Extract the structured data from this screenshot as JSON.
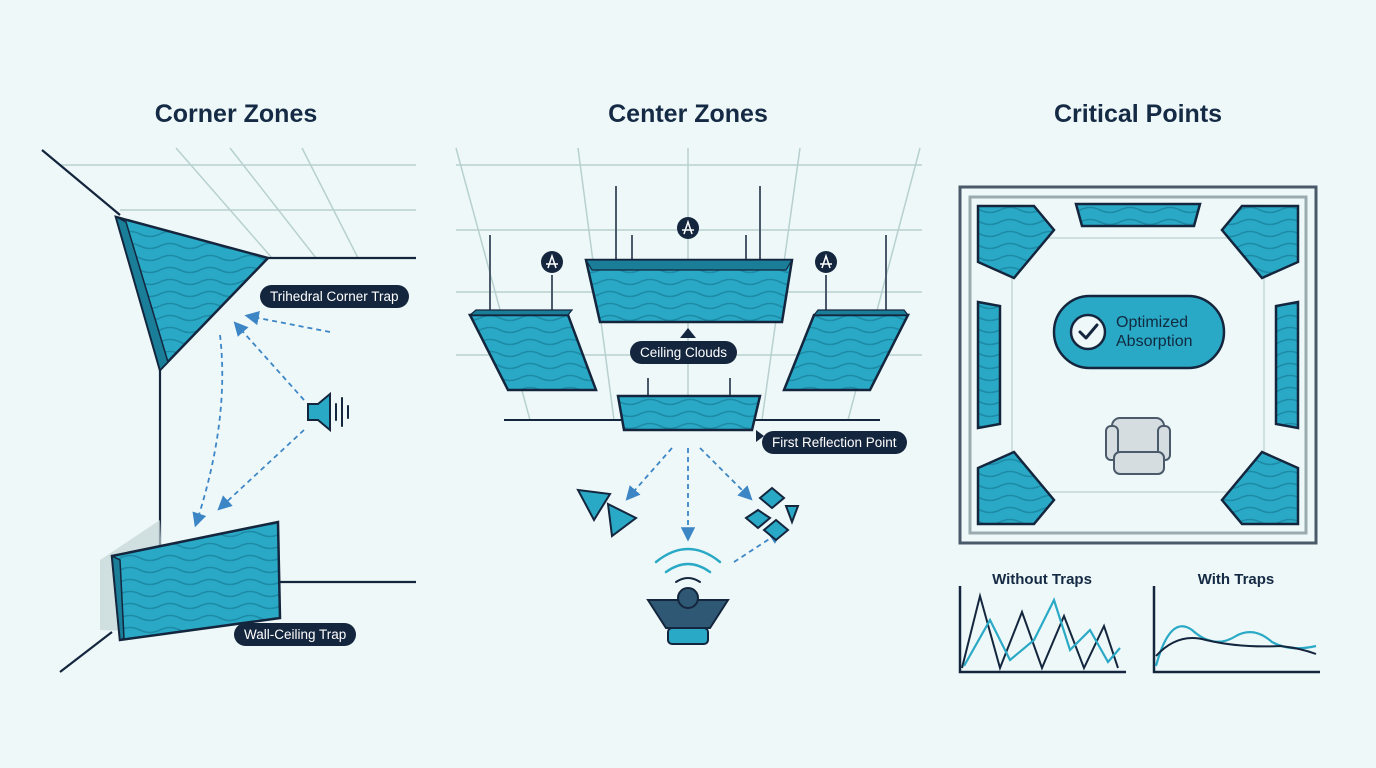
{
  "panels": {
    "corner": {
      "title": "Corner Zones",
      "trihedral_label": "Trihedral Corner Trap",
      "wall_ceiling_label": "Wall-Ceiling Trap"
    },
    "center": {
      "title": "Center Zones",
      "clouds_label": "Ceiling Clouds",
      "reflection_label": "First Reflection Point"
    },
    "critical": {
      "title": "Critical Points",
      "badge_line1": "Optimized",
      "badge_line2": "Absorption"
    }
  },
  "charts": {
    "without_title": "Without Traps",
    "with_title": "With Traps"
  },
  "colors": {
    "panel_fill": "#2aa9c6",
    "outline": "#14263e",
    "arrow": "#3d86c6",
    "grid": "#b8d0d0",
    "background": "#eef8f8"
  },
  "icons": [
    "speaker-icon",
    "checkmark-icon",
    "chair-icon",
    "mic-icon",
    "loudspeaker-icon"
  ]
}
